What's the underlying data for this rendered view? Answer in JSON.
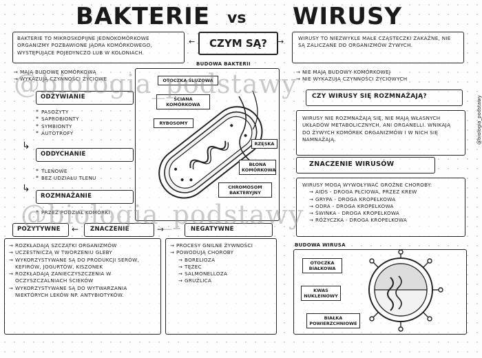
{
  "title": {
    "left": "BAKTERIE",
    "vs": "vs",
    "right": "WIRUSY"
  },
  "center_question": "CZYM SĄ?",
  "bakterie": {
    "intro": "BAKTERIE TO MIKROSKOPIJNE JEDNOKOMÓRKOWE ORGANIZMY POZBAWIONE JĄDRA KOMÓRKOWEGO, WYSTĘPUJĄCE POJEDYNCZO LUB W KOLONIACH.",
    "features": [
      "MAJĄ BUDOWĘ KOMÓRKOWĄ",
      "WYKAZUJĄ CZYNNOŚCI ŻYCIOWE"
    ],
    "odzywianie": {
      "header": "ODŻYWIANIE",
      "items": [
        "PASOŻYTY",
        "SAPROBIONTY",
        "SYMBIONTY",
        "AUTOTROFY"
      ]
    },
    "oddychanie": {
      "header": "ODDYCHANIE",
      "items": [
        "TLENOWE",
        "BEZ UDZIAŁU TLENU"
      ]
    },
    "rozmnazanie": {
      "header": "ROZMNAŻANIE",
      "items": [
        "PRZEZ PODZIAŁ KOMÓRKI"
      ]
    },
    "pozytywne": {
      "header": "POZYTYWNE",
      "items": [
        "ROZKŁADAJĄ SZCZĄTKI ORGANIZMÓW",
        "UCZESTNICZĄ W TWORZENIU GLEBY",
        "WYKORZYSTYWANE SĄ DO PRODUKCJI SERÓW, KEFIRÓW, JOGURTÓW, KISZONEK",
        "ROZKŁADAJĄ ZANIECZYSZCZENIA W OCZYSZCZALNIACH ŚCIEKÓW",
        "WYKORZYSTYWANE SĄ DO WYTWARZANIA NIEKTÓRYCH LEKÓW NP. ANTYBIOTYKÓW."
      ]
    },
    "znaczenie": "ZNACZENIE",
    "negatywne": {
      "header": "NEGATYWNE",
      "items": [
        "PROCESY GNILNE ŻYWNOŚCI",
        "POWODUJĄ CHOROBY"
      ],
      "diseases": [
        "BORELIOZA",
        "TĘŻEC",
        "SALMONELLOZA",
        "GRUŹLICA"
      ]
    },
    "diagram": {
      "title": "BUDOWA BAKTERII",
      "labels": [
        "OTOCZKA ŚLUZOWA",
        "ŚCIANA KOMÓRKOWA",
        "RYBOSOMY",
        "RZĘSKA",
        "BŁONA KOMÓRKOWA",
        "CHROMOSOM BAKTERYJNY"
      ]
    }
  },
  "wirusy": {
    "intro": "WIRUSY TO NIEZWYKLE MAŁE CZĄSTECZKI ZAKAŹNE, NIE SĄ ZALICZANE DO ORGANIZMÓW ŻYWYCH.",
    "features": [
      "NIE MAJĄ BUDOWY KOMÓRKOWEJ",
      "NIE WYKAZUJĄ CZYNNOŚCI ŻYCIOWYCH"
    ],
    "question": "CZY WIRUSY SIĘ ROZMNAŻAJĄ?",
    "answer": "WIRUSY NIE ROZMNAŻAJĄ SIĘ, NIE MAJĄ WŁASNYCH UKŁADÓW METABOLICZNYCH, ANI ORGANELLI. WNIKAJĄ DO ŻYWYCH KOMÓREK ORGANIZMÓW I W NICH SIĘ NAMNAŻAJĄ.",
    "znaczenie": {
      "header": "ZNACZENIE WIRUSÓW",
      "intro": "WIRUSY MOGĄ WYWOŁYWAĆ GROŹNE CHOROBY:",
      "items": [
        "AIDS - DROGA PŁCIOWA, PRZEZ KREW",
        "GRYPA - DROGA KROPELKOWA",
        "ODRA - DROGA KROPELKOWA",
        "ŚWINKA - DROGA KROPELKOWA",
        "RÓŻYCZKA - DROGA KROPELKOWA"
      ]
    },
    "diagram": {
      "title": "BUDOWA WIRUSA",
      "labels": [
        "OTOCZKA BIAŁKOWA",
        "KWAS NUKLEINOWY",
        "BIAŁKA POWIERZCHNIOWE"
      ]
    }
  },
  "watermark": "@biologia_podstawy",
  "side_signature": "@biologia_podstawy"
}
